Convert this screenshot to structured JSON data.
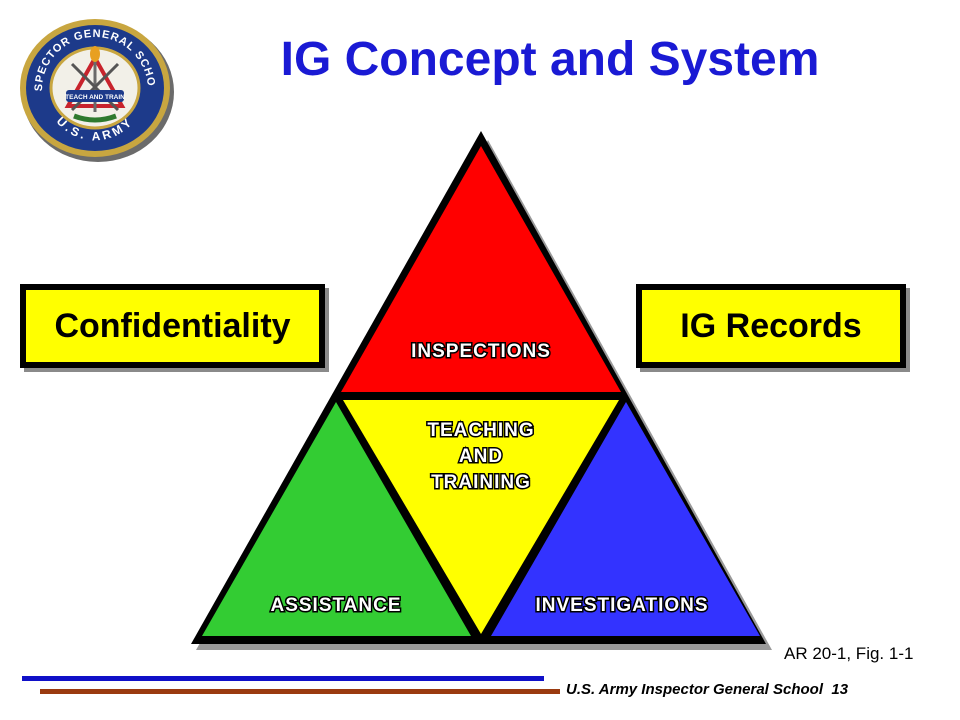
{
  "title": "IG Concept and System",
  "seal": {
    "top_text": "INSPECTOR GENERAL SCHOOL",
    "ribbon_text": "TEACH AND TRAIN",
    "bottom_text": "U.S. ARMY"
  },
  "side_boxes": {
    "left": "Confidentiality",
    "right": "IG Records"
  },
  "triangle": {
    "top": "INSPECTIONS",
    "center_lines": [
      "TEACHING",
      "AND",
      "TRAINING"
    ],
    "bottom_left": "ASSISTANCE",
    "bottom_right": "INVESTIGATIONS"
  },
  "colors": {
    "title": "#1a1ad4",
    "inspections": "#ff0000",
    "teaching": "#ffff00",
    "assistance": "#33cc33",
    "investigations": "#3333ff",
    "boxes": "#ffff00"
  },
  "reference": "AR 20-1, Fig. 1-1",
  "footer": {
    "school": "U.S. Army Inspector General School",
    "page": "13"
  }
}
